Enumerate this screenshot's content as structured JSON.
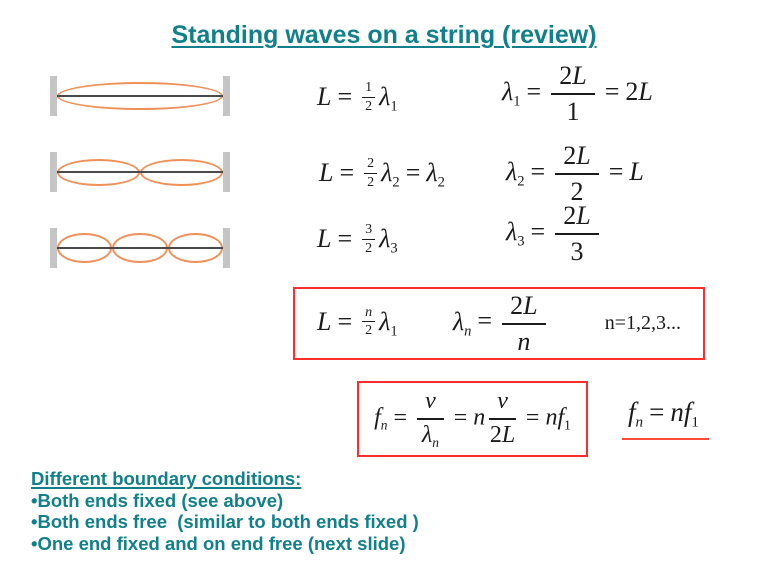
{
  "title": "Standing waves on a string (review)",
  "colors": {
    "teal": "#11808b",
    "red": "#ff2d2d",
    "red-underline": "#fa4b3c",
    "orange": "#f0915a",
    "post-gray": "#c5c5c5"
  },
  "diagrams": [
    {
      "label": "one-loop-fundamental",
      "loops": 1
    },
    {
      "label": "two-loops-second-harmonic",
      "loops": 2
    },
    {
      "label": "three-loops-third-harmonic",
      "loops": 3
    }
  ],
  "formulas": {
    "f1l": {
      "v": "L",
      "eq": "=",
      "num": "1",
      "den": "2",
      "lam": "λ",
      "sub": "1"
    },
    "f1r": {
      "lam": "λ",
      "sub": "1",
      "eq1": "=",
      "nd": "2",
      "nv": "L",
      "den": "1",
      "eq2": "=",
      "rd": "2",
      "rv": "L"
    },
    "f2l": {
      "v": "L",
      "eq1": "=",
      "num": "2",
      "den": "2",
      "lam": "λ",
      "sub": "2",
      "eq2": "=",
      "lam2": "λ",
      "sub2": "2"
    },
    "f2r": {
      "lam": "λ",
      "sub": "2",
      "eq1": "=",
      "nd": "2",
      "nv": "L",
      "den": "2",
      "eq2": "=",
      "rv": "L"
    },
    "f3l": {
      "v": "L",
      "eq": "=",
      "num": "3",
      "den": "2",
      "lam": "λ",
      "sub": "3"
    },
    "f3r": {
      "lam": "λ",
      "sub": "3",
      "eq": "=",
      "nd": "2",
      "nv": "L",
      "den": "3"
    },
    "box1a": {
      "v": "L",
      "eq": "=",
      "num": "n",
      "den": "2",
      "lam": "λ",
      "sub": "1"
    },
    "box1b": {
      "lam": "λ",
      "sub": "n",
      "eq": "=",
      "nd": "2",
      "nv": "L",
      "den": "n"
    },
    "box1c": "n=1,2,3...",
    "box2": {
      "f": "f",
      "sub": "n",
      "eq1": "=",
      "num1": "v",
      "den1": "λ",
      "den1sub": "n",
      "eq2": "=",
      "coef": "n",
      "num2": "v",
      "den2d": "2",
      "den2v": "L",
      "eq3": "=",
      "rn": "n",
      "rf": "f",
      "rsub": "1"
    },
    "fr": {
      "f": "f",
      "sub": "n",
      "eq": "=",
      "rn": "n",
      "rf": "f",
      "rsub": "1"
    }
  },
  "boundary": {
    "heading": "Different boundary conditions:",
    "items": [
      "•Both ends fixed (see above)",
      "•Both ends free  (similar to both ends fixed )",
      "•One end fixed and on end free (next slide)"
    ]
  }
}
